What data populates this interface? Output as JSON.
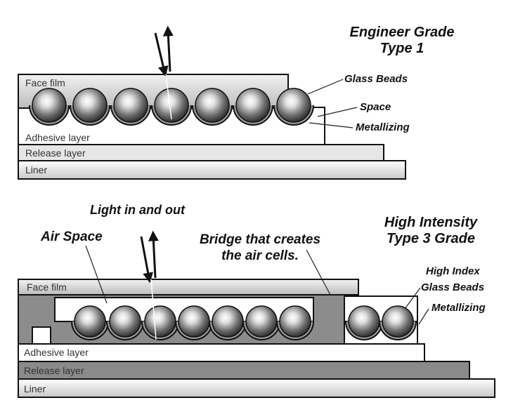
{
  "top_diagram": {
    "heading_line1": "Engineer Grade",
    "heading_line2": "Type 1",
    "layers": {
      "face_film": "Face film",
      "adhesive": "Adhesive layer",
      "release": "Release layer",
      "liner": "Liner"
    },
    "callouts": {
      "glass_beads": "Glass Beads",
      "space": "Space",
      "metallizing": "Metallizing"
    }
  },
  "bottom_diagram": {
    "light_label": "Light in and out",
    "air_space": "Air Space",
    "bridge_line1": "Bridge that creates",
    "bridge_line2": "the air cells.",
    "heading_line1": "High Intensity",
    "heading_line2": "Type 3 Grade",
    "layers": {
      "face_film": "Face film",
      "adhesive": "Adhesive layer",
      "release": "Release layer",
      "liner": "Liner"
    },
    "callouts": {
      "high_index_line1": "High Index",
      "high_index_line2": "Glass Beads",
      "metallizing": "Metallizing"
    }
  },
  "colors": {
    "face_film": "#d8d8d8",
    "release": "#e6e6e6",
    "liner": "#f0f0f0",
    "bridge": "#707070",
    "release_dark": "#8a8a8a",
    "bead_dark": "#3a3a3a",
    "bead_light": "#ffffff"
  }
}
